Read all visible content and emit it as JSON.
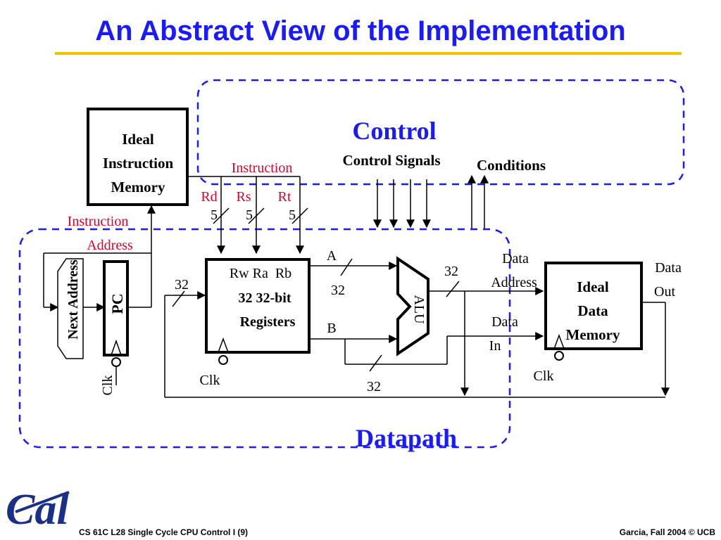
{
  "slide": {
    "title": "An Abstract View of the Implementation",
    "footer_left": "CS 61C L28 Single Cycle CPU Control I (9)",
    "footer_right": "Garcia, Fall 2004 © UCB",
    "logo_text": "Cal"
  },
  "control": {
    "label": "Control",
    "signals_label": "Control Signals",
    "conditions_label": "Conditions"
  },
  "datapath": {
    "label": "Datapath"
  },
  "instruction_memory": {
    "line1": "Ideal",
    "line2": "Instruction",
    "line3": "Memory"
  },
  "instruction": {
    "label": "Instruction",
    "rd": "Rd",
    "rs": "Rs",
    "rt": "Rt",
    "bus_rd": "5",
    "bus_rs": "5",
    "bus_rt": "5"
  },
  "instruction_address": {
    "line1": "Instruction",
    "line2": "Address"
  },
  "next_address": {
    "label": "Next Address"
  },
  "pc": {
    "label": "PC",
    "clk": "Clk"
  },
  "registers": {
    "ports": "Rw Ra  Rb",
    "line1": "32 32-bit",
    "line2": "Registers",
    "clk": "Clk",
    "bus_in": "32",
    "bus_a": "32",
    "bus_b": "32",
    "out_a": "A",
    "out_b": "B"
  },
  "alu": {
    "label": "ALU",
    "bus_out": "32"
  },
  "data_memory": {
    "line1": "Ideal",
    "line2": "Data",
    "line3": "Memory",
    "address_l1": "Data",
    "address_l2": "Address",
    "in_l1": "Data",
    "in_l2": "In",
    "out_l1": "Data",
    "out_l2": "Out",
    "clk": "Clk"
  },
  "colors": {
    "title": "#1a1aff",
    "accent_line": "#f2c400",
    "red_labels": "#e0002a",
    "dashed_box": "#1a1aff",
    "logo": "#1a2f8a"
  }
}
